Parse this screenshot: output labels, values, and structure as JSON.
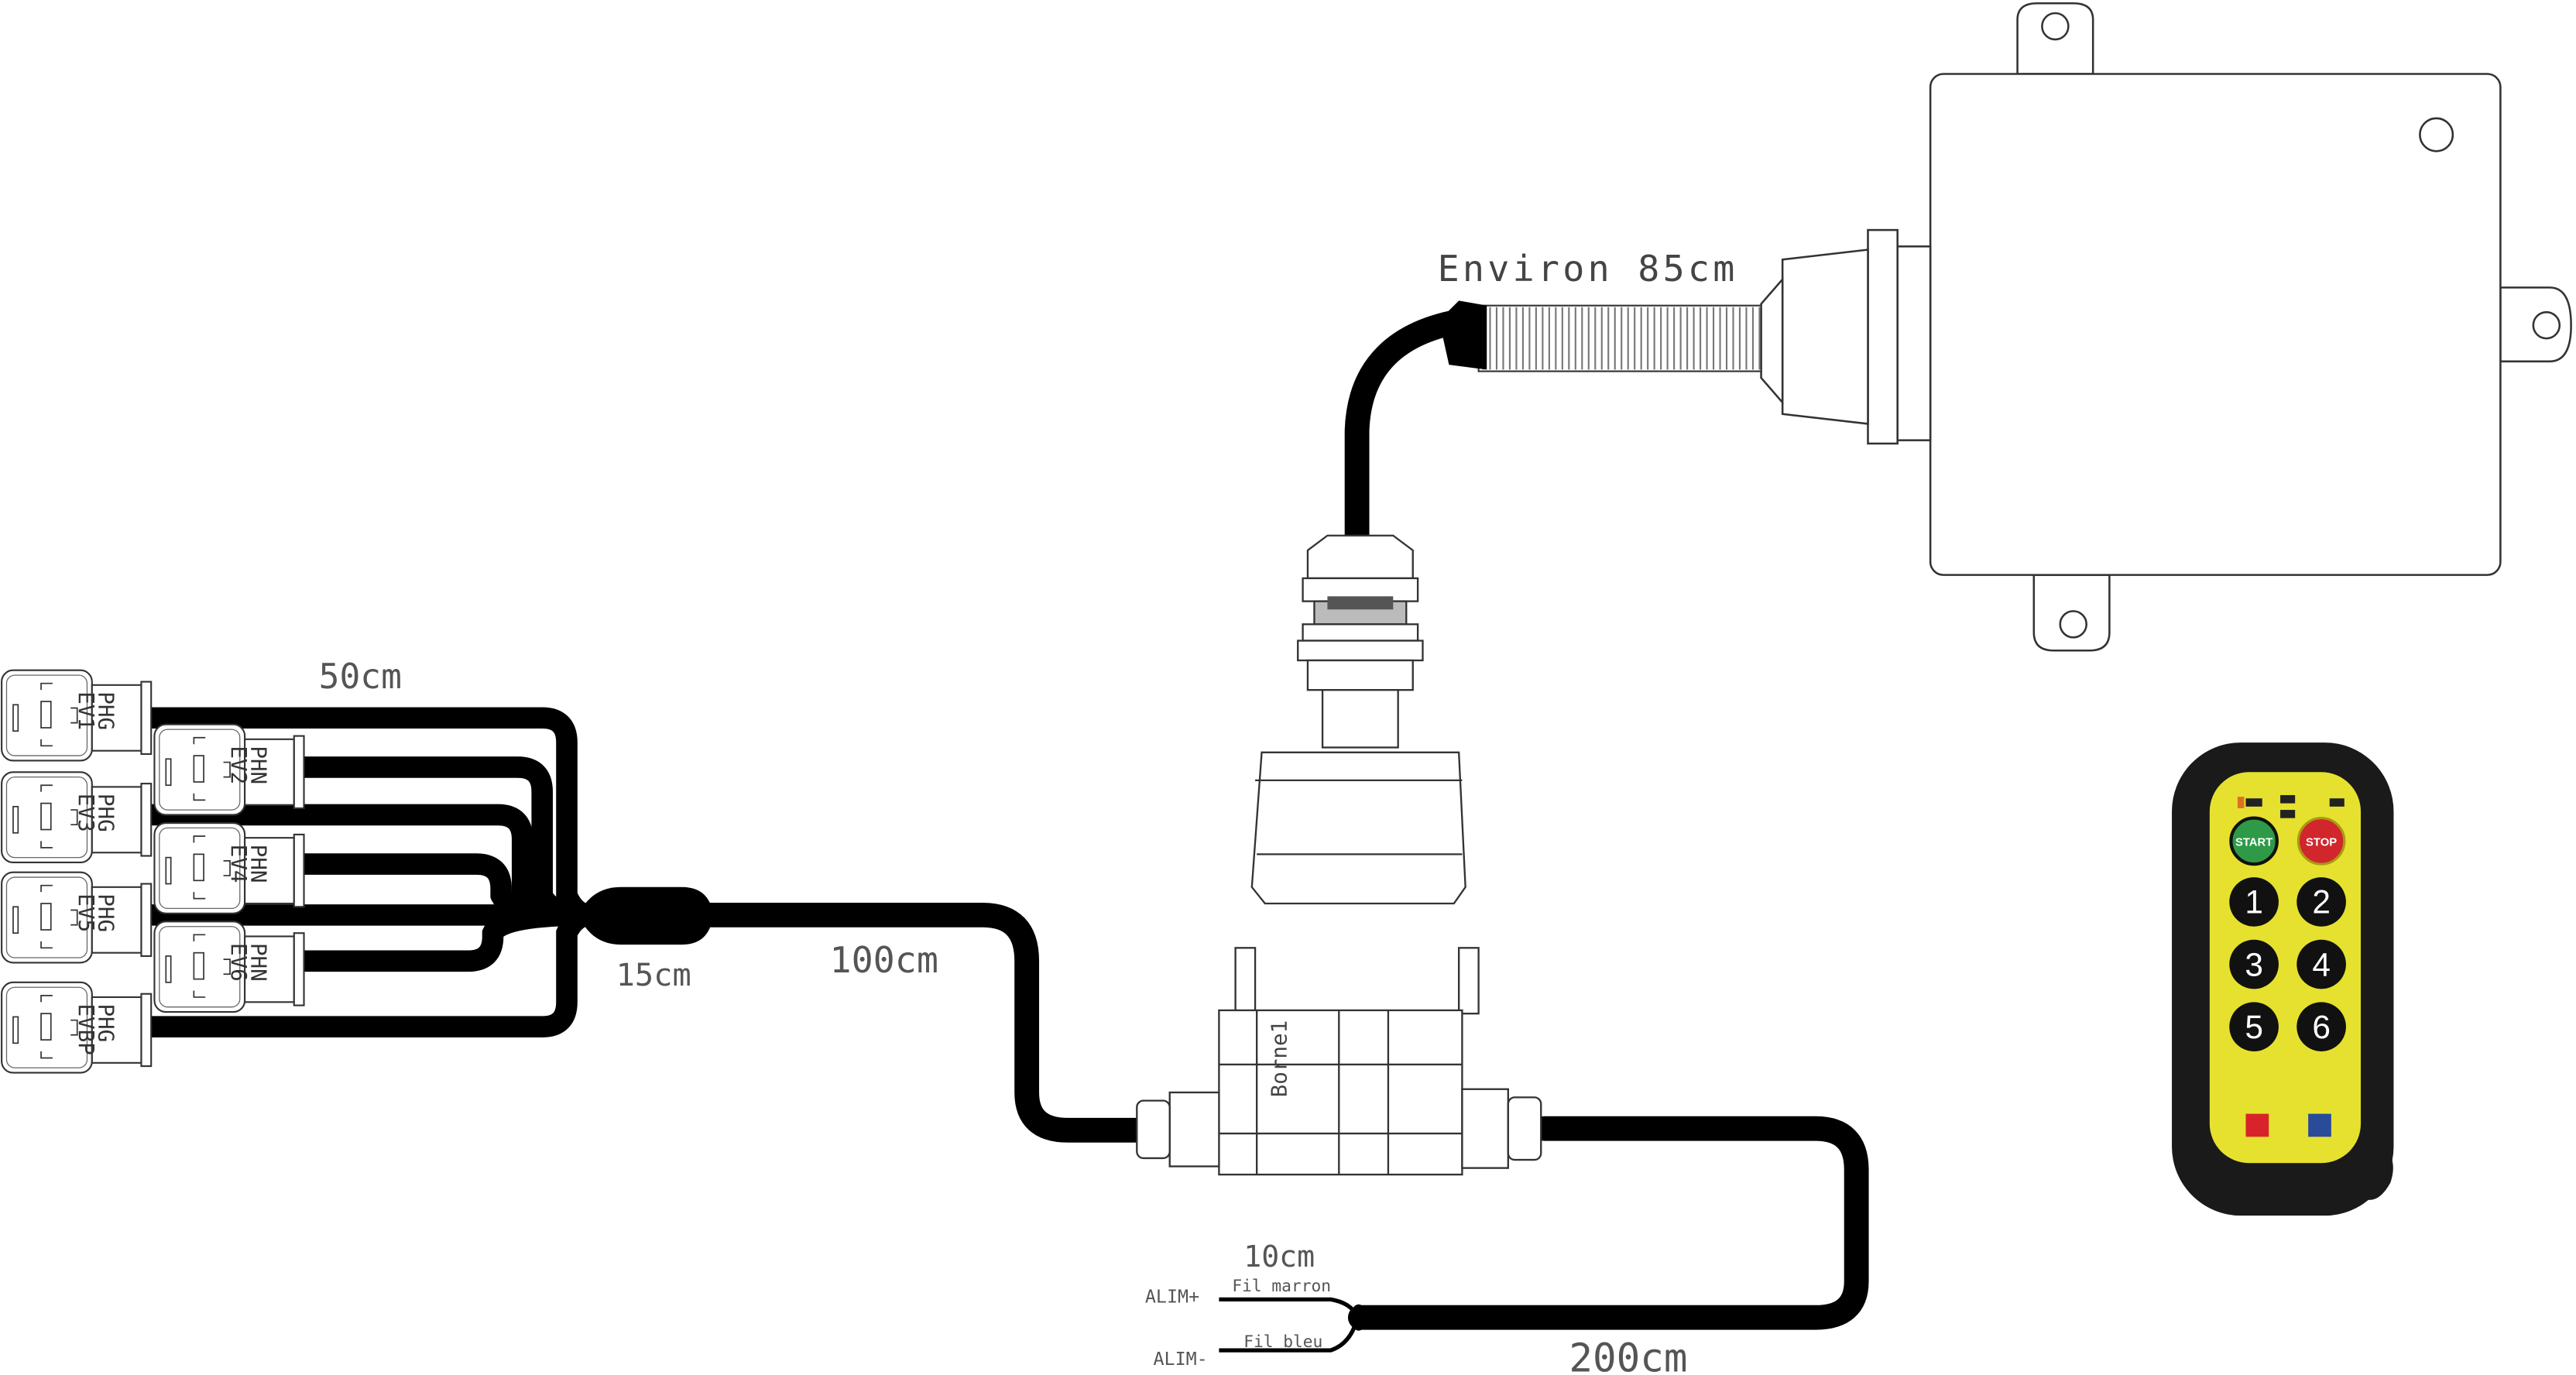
{
  "receiver": {
    "cable_label": "Environ 85cm"
  },
  "junction": {
    "label": "Borne1"
  },
  "cables": {
    "branch_length": "50cm",
    "splice_length": "15cm",
    "main_length": "100cm",
    "power_length": "200cm",
    "lead_length": "10cm"
  },
  "power": {
    "positive": {
      "label": "ALIM+",
      "wire": "Fil marron"
    },
    "negative": {
      "label": "ALIM-",
      "wire": "Fil bleu"
    }
  },
  "connectors": [
    {
      "type": "PHG",
      "name": "EV1"
    },
    {
      "type": "PHN",
      "name": "EV2"
    },
    {
      "type": "PHG",
      "name": "EV3"
    },
    {
      "type": "PHN",
      "name": "EV4"
    },
    {
      "type": "PHG",
      "name": "EV5"
    },
    {
      "type": "PHN",
      "name": "EV6"
    },
    {
      "type": "PHG",
      "name": "EVBP"
    }
  ],
  "remote": {
    "start_label": "START",
    "stop_label": "STOP",
    "keys": [
      "1",
      "2",
      "3",
      "4",
      "5",
      "6"
    ],
    "colors": {
      "body": "#1a1a1a",
      "face": "#e6e12e",
      "start": "#2e9a48",
      "stop": "#d0262c",
      "key": "#111111"
    }
  }
}
